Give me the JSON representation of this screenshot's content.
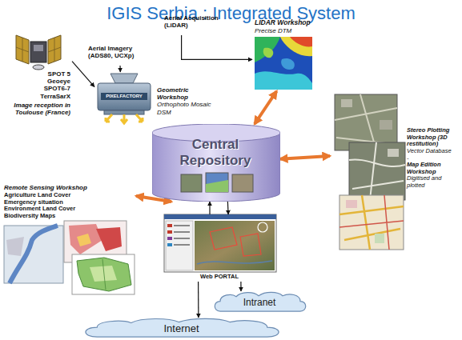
{
  "diagram": {
    "title": "IGIS Serbia : Integrated System",
    "nodes": [
      {
        "text": [
          "SPOT 5 Geoeye SPOT6-7 TerraSarX",
          "Image reception in Toulouse (France)"
        ]
      },
      {
        "text": [
          "Aerial Imagery (ADS80, UCXp)"
        ]
      },
      {
        "text": [
          "Aerial Acquisition (LiDAR)"
        ]
      },
      {
        "text": [
          "LIDAR Workshop",
          "Precise DTM"
        ]
      },
      {
        "text": [
          "Geometric Workshop",
          "Orthophoto Mosaic DSM"
        ]
      },
      {
        "text": [
          "Central Repository"
        ]
      },
      {
        "text": [
          "Stereo Plotting Workshop (3D restitution)",
          "Vector Database",
          "-",
          "Map Edition Workshop",
          "Digitised and plotted"
        ]
      },
      {
        "text": [
          "Remote Sensing Workshop",
          "Agriculture Land Cover",
          "Emergency situation",
          "Environment Land Cover",
          "Biodiversity Maps"
        ]
      },
      {
        "text": [
          "Web PORTAL"
        ]
      },
      {
        "text": [
          "Intranet"
        ]
      },
      {
        "text": [
          "Internet"
        ]
      }
    ],
    "edges": [
      {
        "from": 0,
        "to": 4,
        "arrow": "to"
      },
      {
        "from": 1,
        "to": 4,
        "arrow": "to"
      },
      {
        "from": 2,
        "to": 3,
        "arrow": "to"
      },
      {
        "from": 3,
        "to": 5,
        "arrow": "both"
      },
      {
        "from": 5,
        "to": 6,
        "arrow": "both"
      },
      {
        "from": 7,
        "to": 5,
        "arrow": "both"
      },
      {
        "from": 8,
        "to": 5,
        "arrow": "to"
      },
      {
        "from": 5,
        "to": 8,
        "arrow": "to"
      },
      {
        "from": 8,
        "to": 9,
        "arrow": "to"
      },
      {
        "from": 8,
        "to": 10,
        "arrow": "to"
      }
    ],
    "labels": [
      "PIXELFACTORY"
    ]
  }
}
